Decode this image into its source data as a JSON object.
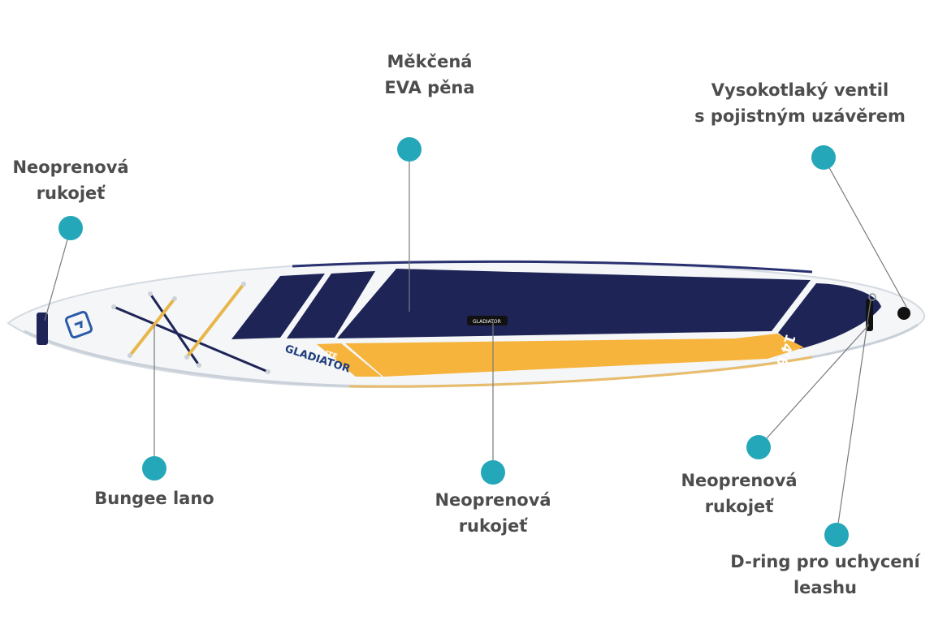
{
  "colors": {
    "accent": "#25a7ba",
    "navy": "#1e2456",
    "orange": "#f6b43c",
    "label": "#4d4d4d"
  },
  "board": {
    "brand_text": "GLADIATOR",
    "model_text": "ELITE",
    "size_text": "14'6",
    "handle_text": "GLADIATOR"
  },
  "callouts": {
    "eva_foam": {
      "line1": "Měkčená",
      "line2": "EVA pěna"
    },
    "valve": {
      "line1": "Vysokotlaký ventil",
      "line2": "s pojistným uzávěrem"
    },
    "handle_nose": {
      "line1": "Neoprenová",
      "line2": "rukojeť"
    },
    "bungee": {
      "line1": "Bungee lano"
    },
    "handle_center": {
      "line1": "Neoprenová",
      "line2": "rukojeť"
    },
    "handle_tail": {
      "line1": "Neoprenová",
      "line2": "rukojeť"
    },
    "d_ring": {
      "line1": "D-ring pro uchycení",
      "line2": "leashu"
    }
  }
}
